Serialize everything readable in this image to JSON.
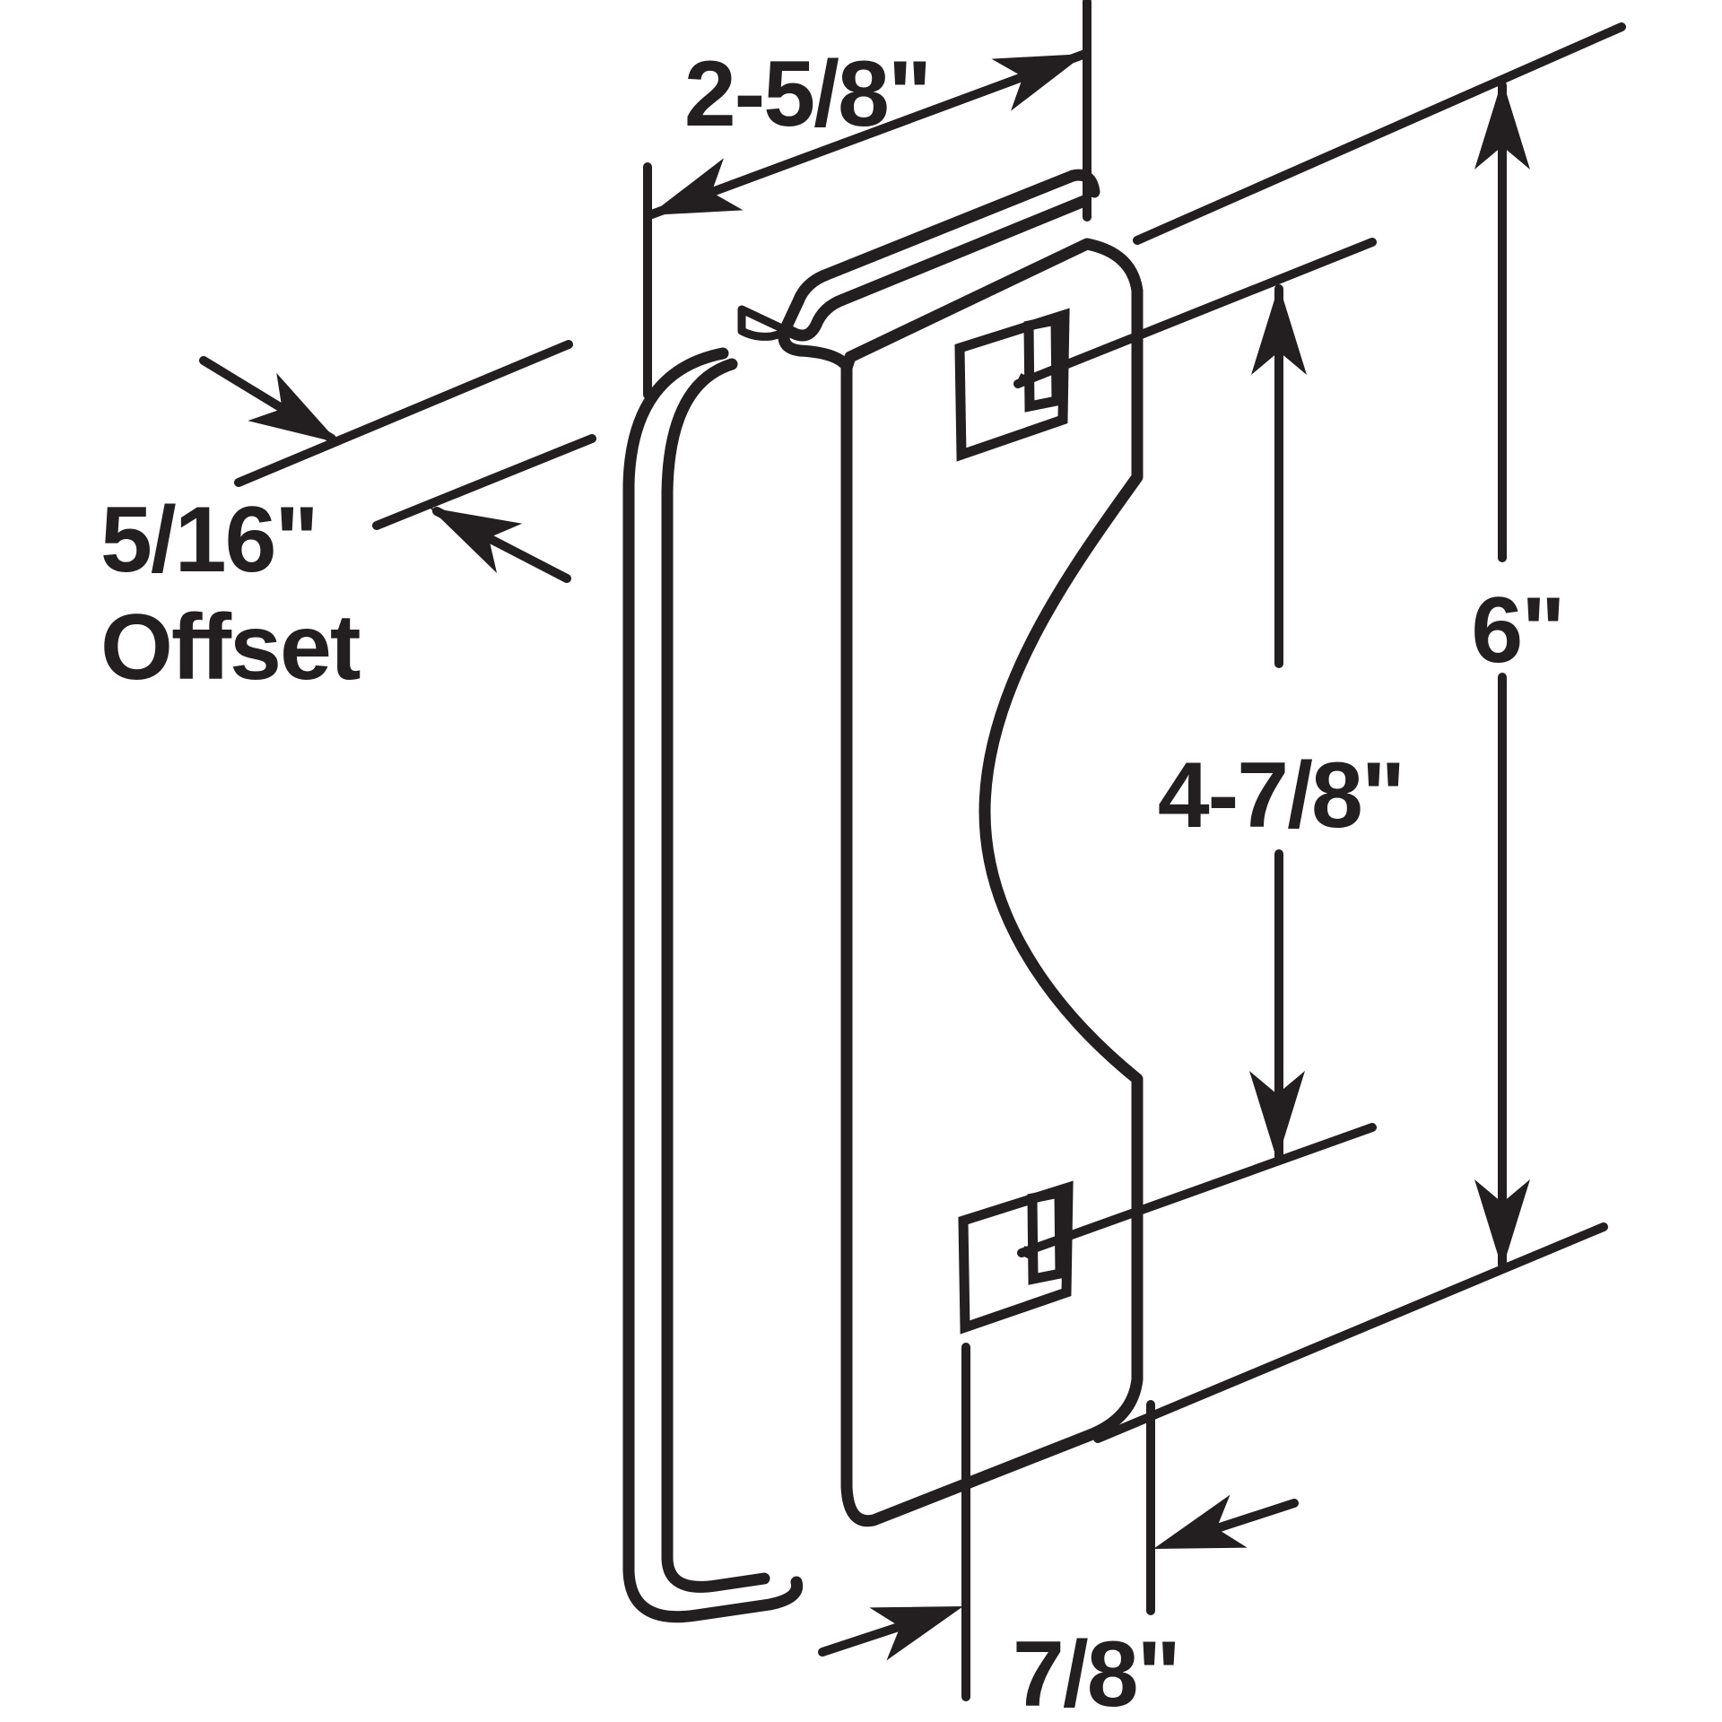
{
  "page": {
    "background_color": "#ffffff",
    "line_color": "#231f20"
  },
  "diagram": {
    "type": "technical-dimension-drawing",
    "subject": "offset-latch-strike-plate",
    "labels": {
      "width": "2-5/8\"",
      "offset_line1": "5/16\"",
      "offset_line2": "Offset",
      "height": "6\"",
      "hole_spacing": "4-7/8\"",
      "edge_distance": "7/8\""
    },
    "dimension_values": [
      "2-5/8\"",
      "5/16\" Offset",
      "6\"",
      "4-7/8\"",
      "7/8\""
    ]
  }
}
